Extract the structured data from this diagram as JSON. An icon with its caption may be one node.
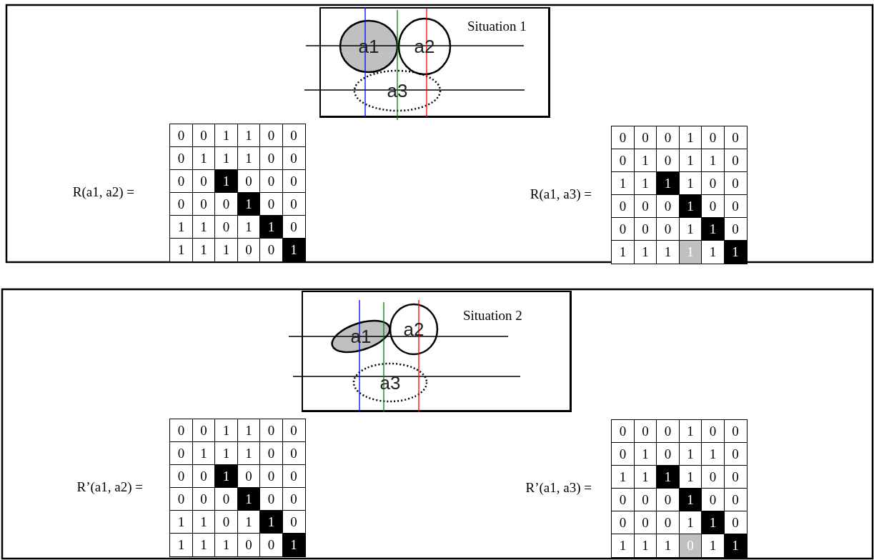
{
  "diagram": {
    "nodes": [
      {
        "text": [
          "Situation 1"
        ]
      },
      {
        "text": [
          "a1"
        ],
        "in": 0
      },
      {
        "text": [
          "a2"
        ],
        "in": 0
      },
      {
        "text": [
          "a3"
        ],
        "in": 0
      },
      {
        "text": [
          "Situation 2"
        ]
      },
      {
        "text": [
          "a1"
        ],
        "in": 4
      },
      {
        "text": [
          "a2"
        ],
        "in": 4
      },
      {
        "text": [
          "a3"
        ],
        "in": 4
      }
    ],
    "labels": [
      "R(a1, a2) =",
      "0",
      "0",
      "1",
      "1",
      "0",
      "0",
      "0",
      "1",
      "1",
      "1",
      "0",
      "0",
      "0",
      "0",
      "1",
      "0",
      "0",
      "0",
      "0",
      "0",
      "0",
      "1",
      "0",
      "0",
      "1",
      "1",
      "0",
      "1",
      "1",
      "0",
      "1",
      "1",
      "1",
      "0",
      "0",
      "1",
      "R(a1, a3) =",
      "0",
      "0",
      "0",
      "1",
      "0",
      "0",
      "0",
      "1",
      "0",
      "1",
      "1",
      "0",
      "1",
      "1",
      "1",
      "1",
      "0",
      "0",
      "0",
      "0",
      "0",
      "1",
      "0",
      "0",
      "0",
      "0",
      "0",
      "1",
      "1",
      "0",
      "1",
      "1",
      "1",
      "1",
      "1",
      "1",
      "R’(a1, a2) =",
      "0",
      "0",
      "1",
      "1",
      "0",
      "0",
      "0",
      "1",
      "1",
      "1",
      "0",
      "0",
      "0",
      "0",
      "1",
      "0",
      "0",
      "0",
      "0",
      "0",
      "0",
      "1",
      "0",
      "0",
      "1",
      "1",
      "0",
      "1",
      "1",
      "0",
      "1",
      "1",
      "1",
      "0",
      "0",
      "1",
      "R’(a1, a3) =",
      "0",
      "0",
      "0",
      "1",
      "0",
      "0",
      "0",
      "1",
      "0",
      "1",
      "1",
      "0",
      "1",
      "1",
      "1",
      "1",
      "0",
      "0",
      "0",
      "0",
      "0",
      "1",
      "0",
      "0",
      "0",
      "0",
      "0",
      "1",
      "1",
      "0",
      "1",
      "1",
      "1",
      "0",
      "1",
      "1"
    ]
  }
}
